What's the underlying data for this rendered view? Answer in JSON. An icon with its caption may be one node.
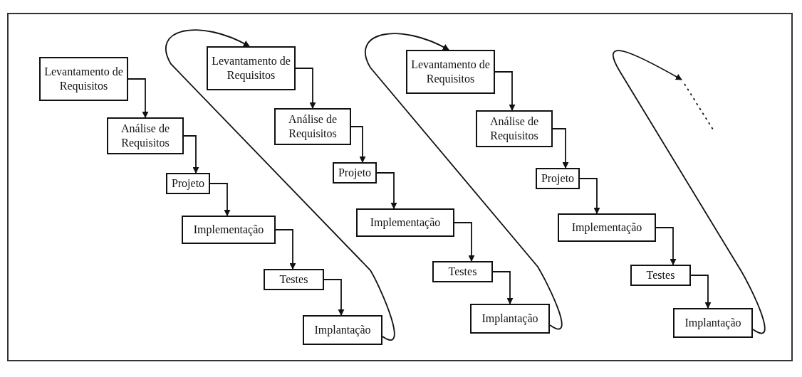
{
  "diagram": {
    "nodes": [
      {
        "text": [
          "Levantamento de Requisitos"
        ]
      },
      {
        "text": [
          "Análise de Requisitos"
        ]
      },
      {
        "text": [
          "Projeto"
        ]
      },
      {
        "text": [
          "Implementação"
        ]
      },
      {
        "text": [
          "Testes"
        ]
      },
      {
        "text": [
          "Implantação"
        ]
      },
      {
        "text": [
          "Levantamento de Requisitos"
        ]
      },
      {
        "text": [
          "Análise de Requisitos"
        ]
      },
      {
        "text": [
          "Projeto"
        ]
      },
      {
        "text": [
          "Implementação"
        ]
      },
      {
        "text": [
          "Testes"
        ]
      },
      {
        "text": [
          "Implantação"
        ]
      },
      {
        "text": [
          "Levantamento de Requisitos"
        ]
      },
      {
        "text": [
          "Análise de Requisitos"
        ]
      },
      {
        "text": [
          "Projeto"
        ]
      },
      {
        "text": [
          "Implementação"
        ]
      },
      {
        "text": [
          "Testes"
        ]
      },
      {
        "text": [
          "Implantação"
        ]
      }
    ],
    "edges": [
      {
        "from": 0,
        "to": 1,
        "arrow": "to"
      },
      {
        "from": 1,
        "to": 2,
        "arrow": "to"
      },
      {
        "from": 2,
        "to": 3,
        "arrow": "to"
      },
      {
        "from": 3,
        "to": 4,
        "arrow": "to"
      },
      {
        "from": 4,
        "to": 5,
        "arrow": "to"
      },
      {
        "from": 5,
        "to": 6,
        "arrow": "to"
      },
      {
        "from": 6,
        "to": 7,
        "arrow": "to"
      },
      {
        "from": 7,
        "to": 8,
        "arrow": "to"
      },
      {
        "from": 8,
        "to": 9,
        "arrow": "to"
      },
      {
        "from": 9,
        "to": 10,
        "arrow": "to"
      },
      {
        "from": 10,
        "to": 11,
        "arrow": "to"
      },
      {
        "from": 11,
        "to": 12,
        "arrow": "to"
      },
      {
        "from": 12,
        "to": 13,
        "arrow": "to"
      },
      {
        "from": 13,
        "to": 14,
        "arrow": "to"
      },
      {
        "from": 14,
        "to": 15,
        "arrow": "to"
      },
      {
        "from": 15,
        "to": 16,
        "arrow": "to"
      },
      {
        "from": 16,
        "to": 17,
        "arrow": "to"
      },
      {
        "from": 17,
        "to": null,
        "arrow": "to"
      }
    ]
  }
}
